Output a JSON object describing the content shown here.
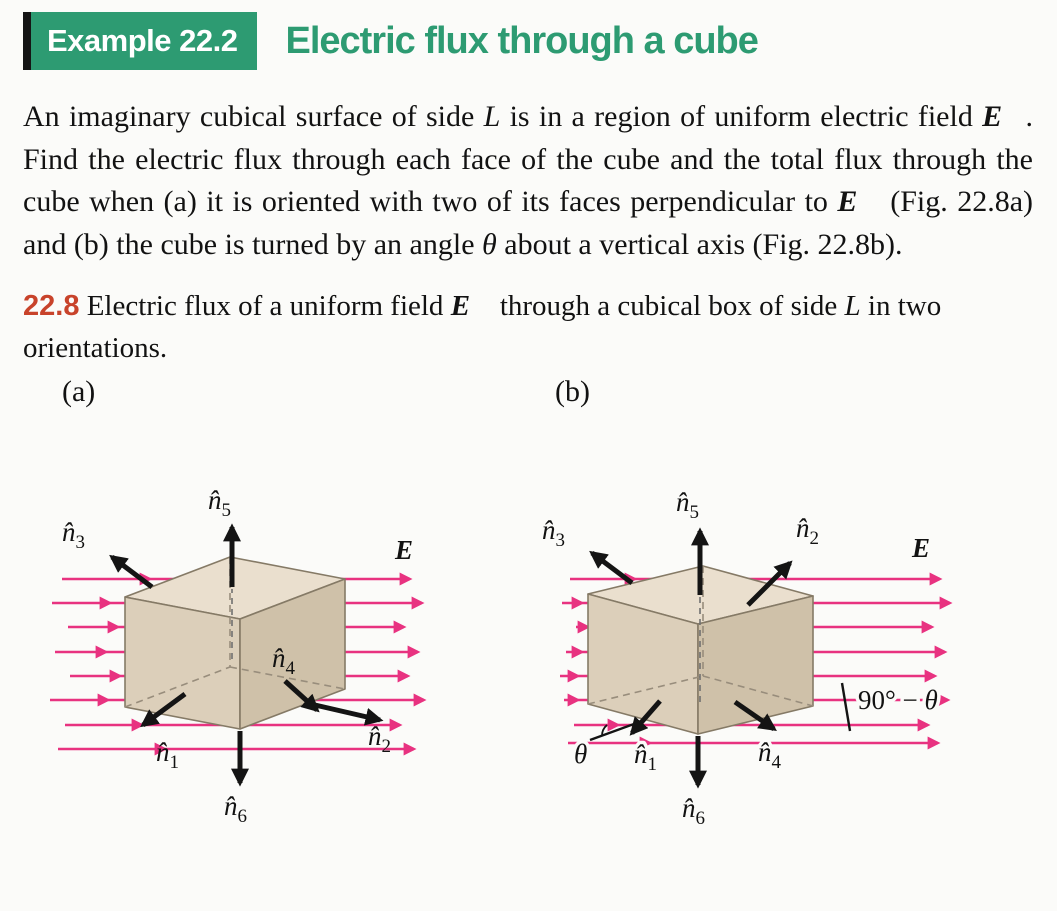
{
  "header": {
    "example_label": "Example 22.2",
    "title": "Electric flux through a cube",
    "accent_green": "#2D9B72"
  },
  "problem": {
    "seg1": "An imaginary cubical surface of side ",
    "L1": "L",
    "seg2": " is in a region of uniform electric field ",
    "E1": "E⃗",
    "seg3": ". Find the electric flux through each face of the cube and the total flux through the cube when (a) it is oriented with two of its faces perpendicular to ",
    "E2": "E⃗",
    "seg4": " (Fig. 22.8a) and (b) the cube is turned by an angle ",
    "theta": "θ",
    "seg5": " about a vertical axis (Fig. 22.8b)."
  },
  "caption": {
    "number": "22.8",
    "number_color": "#C8432B",
    "seg1": " Electric flux of a uniform field ",
    "E": "E⃗",
    "seg2": " through a cubical box of side ",
    "L": "L",
    "seg3": " in two orientations."
  },
  "figure": {
    "label_a": "(a)",
    "label_b": "(b)",
    "field_color": "#E83280",
    "cube_fill_top": "#EADFCE",
    "cube_fill_left": "#DCCFBA",
    "cube_fill_right": "#CFC1A9",
    "labels": {
      "n_hat": "n̂",
      "sub1": "1",
      "sub2": "2",
      "sub3": "3",
      "sub4": "4",
      "sub5": "5",
      "sub6": "6",
      "E": "E⃗",
      "theta": "θ",
      "angle_prefix": "90° − "
    }
  }
}
